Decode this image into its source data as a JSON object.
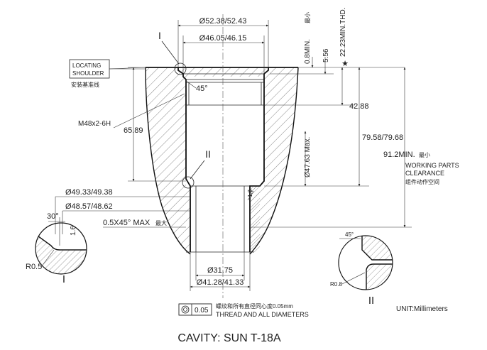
{
  "title": "CAVITY: SUN T-18A",
  "unit_note": "UNIT:Millimeters",
  "top_dims": {
    "outer_dia": "Ø52.38/52.43",
    "inner_dia": "Ø46.05/46.15",
    "depth_08": "0.8MIN.",
    "depth_08_cn": "最小",
    "depth_556": "5.56",
    "thread_depth": "22.23MIN.THD.",
    "star": "★"
  },
  "detail_labels": {
    "detail_1": "I",
    "detail_2": "II"
  },
  "locating": {
    "line1": "LOCATING",
    "line2": "SHOULDER",
    "cn": "安装基准线"
  },
  "angle_45": "45°",
  "thread_spec": "M48x2-6H",
  "dims": {
    "d_65_89": "65.89",
    "d_42_88": "42.88",
    "d_79": "79.58/79.68",
    "d_91": "91.2MIN.",
    "d_91_cn": "最小",
    "d_47_63": "Ø47.63 Max.",
    "roughness": "1.6"
  },
  "working": {
    "line1": "WORKING PARTS",
    "line2": "CLEARANCE",
    "cn": "组件动作空间"
  },
  "left_dims": {
    "d_49": "Ø49.33/49.38",
    "d_48": "Ø48.57/48.62",
    "chamfer": "0.5X45° MAX",
    "chamfer_cn": "最大"
  },
  "detail1": {
    "angle": "30°",
    "roughness": "1.6",
    "radius": "R0.5",
    "label": "I"
  },
  "detail2": {
    "angle": "45°",
    "radius": "R0.8",
    "label": "II"
  },
  "bottom_dims": {
    "d_31": "Ø31.75",
    "d_41": "Ø41.28/41.33"
  },
  "tolerance": {
    "value": "0.05",
    "cn": "螺纹和所有直径同心度0.05mm",
    "en": "THREAD AND ALL DIAMETERS"
  }
}
